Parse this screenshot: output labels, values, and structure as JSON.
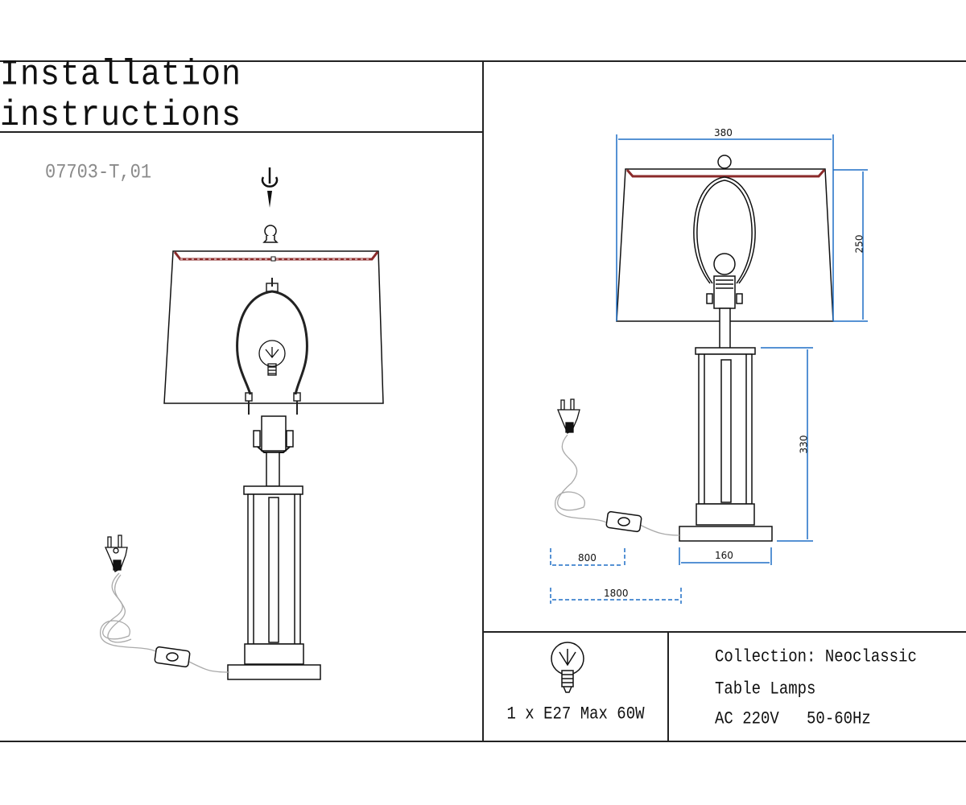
{
  "document": {
    "title": "Installation instructions",
    "model_code": "07703-T,01"
  },
  "assembly_diagram": {
    "steps_icons": [
      "rotate-screw-icon",
      "finial-icon",
      "lamp-shade",
      "harp-frame",
      "bulb",
      "socket",
      "lamp-base",
      "power-plug",
      "inline-switch"
    ]
  },
  "dimensions": {
    "shade_width": "380",
    "shade_height": "250",
    "base_height": "330",
    "base_width": "160",
    "cord_to_switch": "800",
    "cord_total": "1800",
    "line_color": "#1f6fc5"
  },
  "specs": {
    "bulb": "1 x E27 Max 60W",
    "collection": "Collection: Neoclassic",
    "category": "Table Lamps",
    "power": "AC 220V   50-60Hz"
  },
  "colors": {
    "line": "#222222",
    "shade_trim": "#8b2a2a",
    "dimension": "#1f6fc5",
    "model_text": "#8a8a8a"
  }
}
